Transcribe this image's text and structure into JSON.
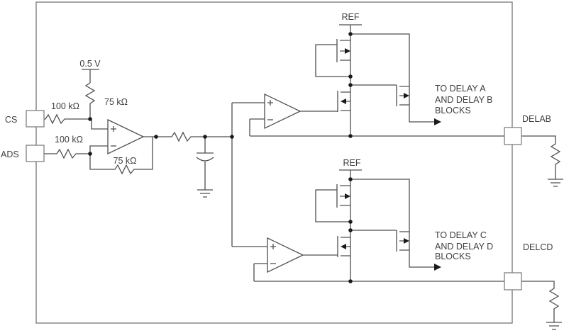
{
  "diagram": {
    "pins": {
      "cs": "CS",
      "ads": "ADS",
      "delab": "DELAB",
      "delcd": "DELCD"
    },
    "labels": {
      "supply_voltage": "0.5 V",
      "r_cs": "100 kΩ",
      "r_ads": "100 kΩ",
      "r_supply": "75 kΩ",
      "r_feedback": "75 kΩ",
      "ref_upper": "REF",
      "ref_lower": "REF"
    },
    "annotations": {
      "delay_ab": [
        "TO DELAY A",
        "AND DELAY B",
        "BLOCKS"
      ],
      "delay_cd": [
        "TO DELAY C",
        "AND DELAY D",
        "BLOCKS"
      ]
    },
    "colors": {
      "wire": "#4f4f4f",
      "border": "#7f7f7f",
      "text": "#3f3f3f",
      "dot": "#1a1a1a"
    }
  }
}
